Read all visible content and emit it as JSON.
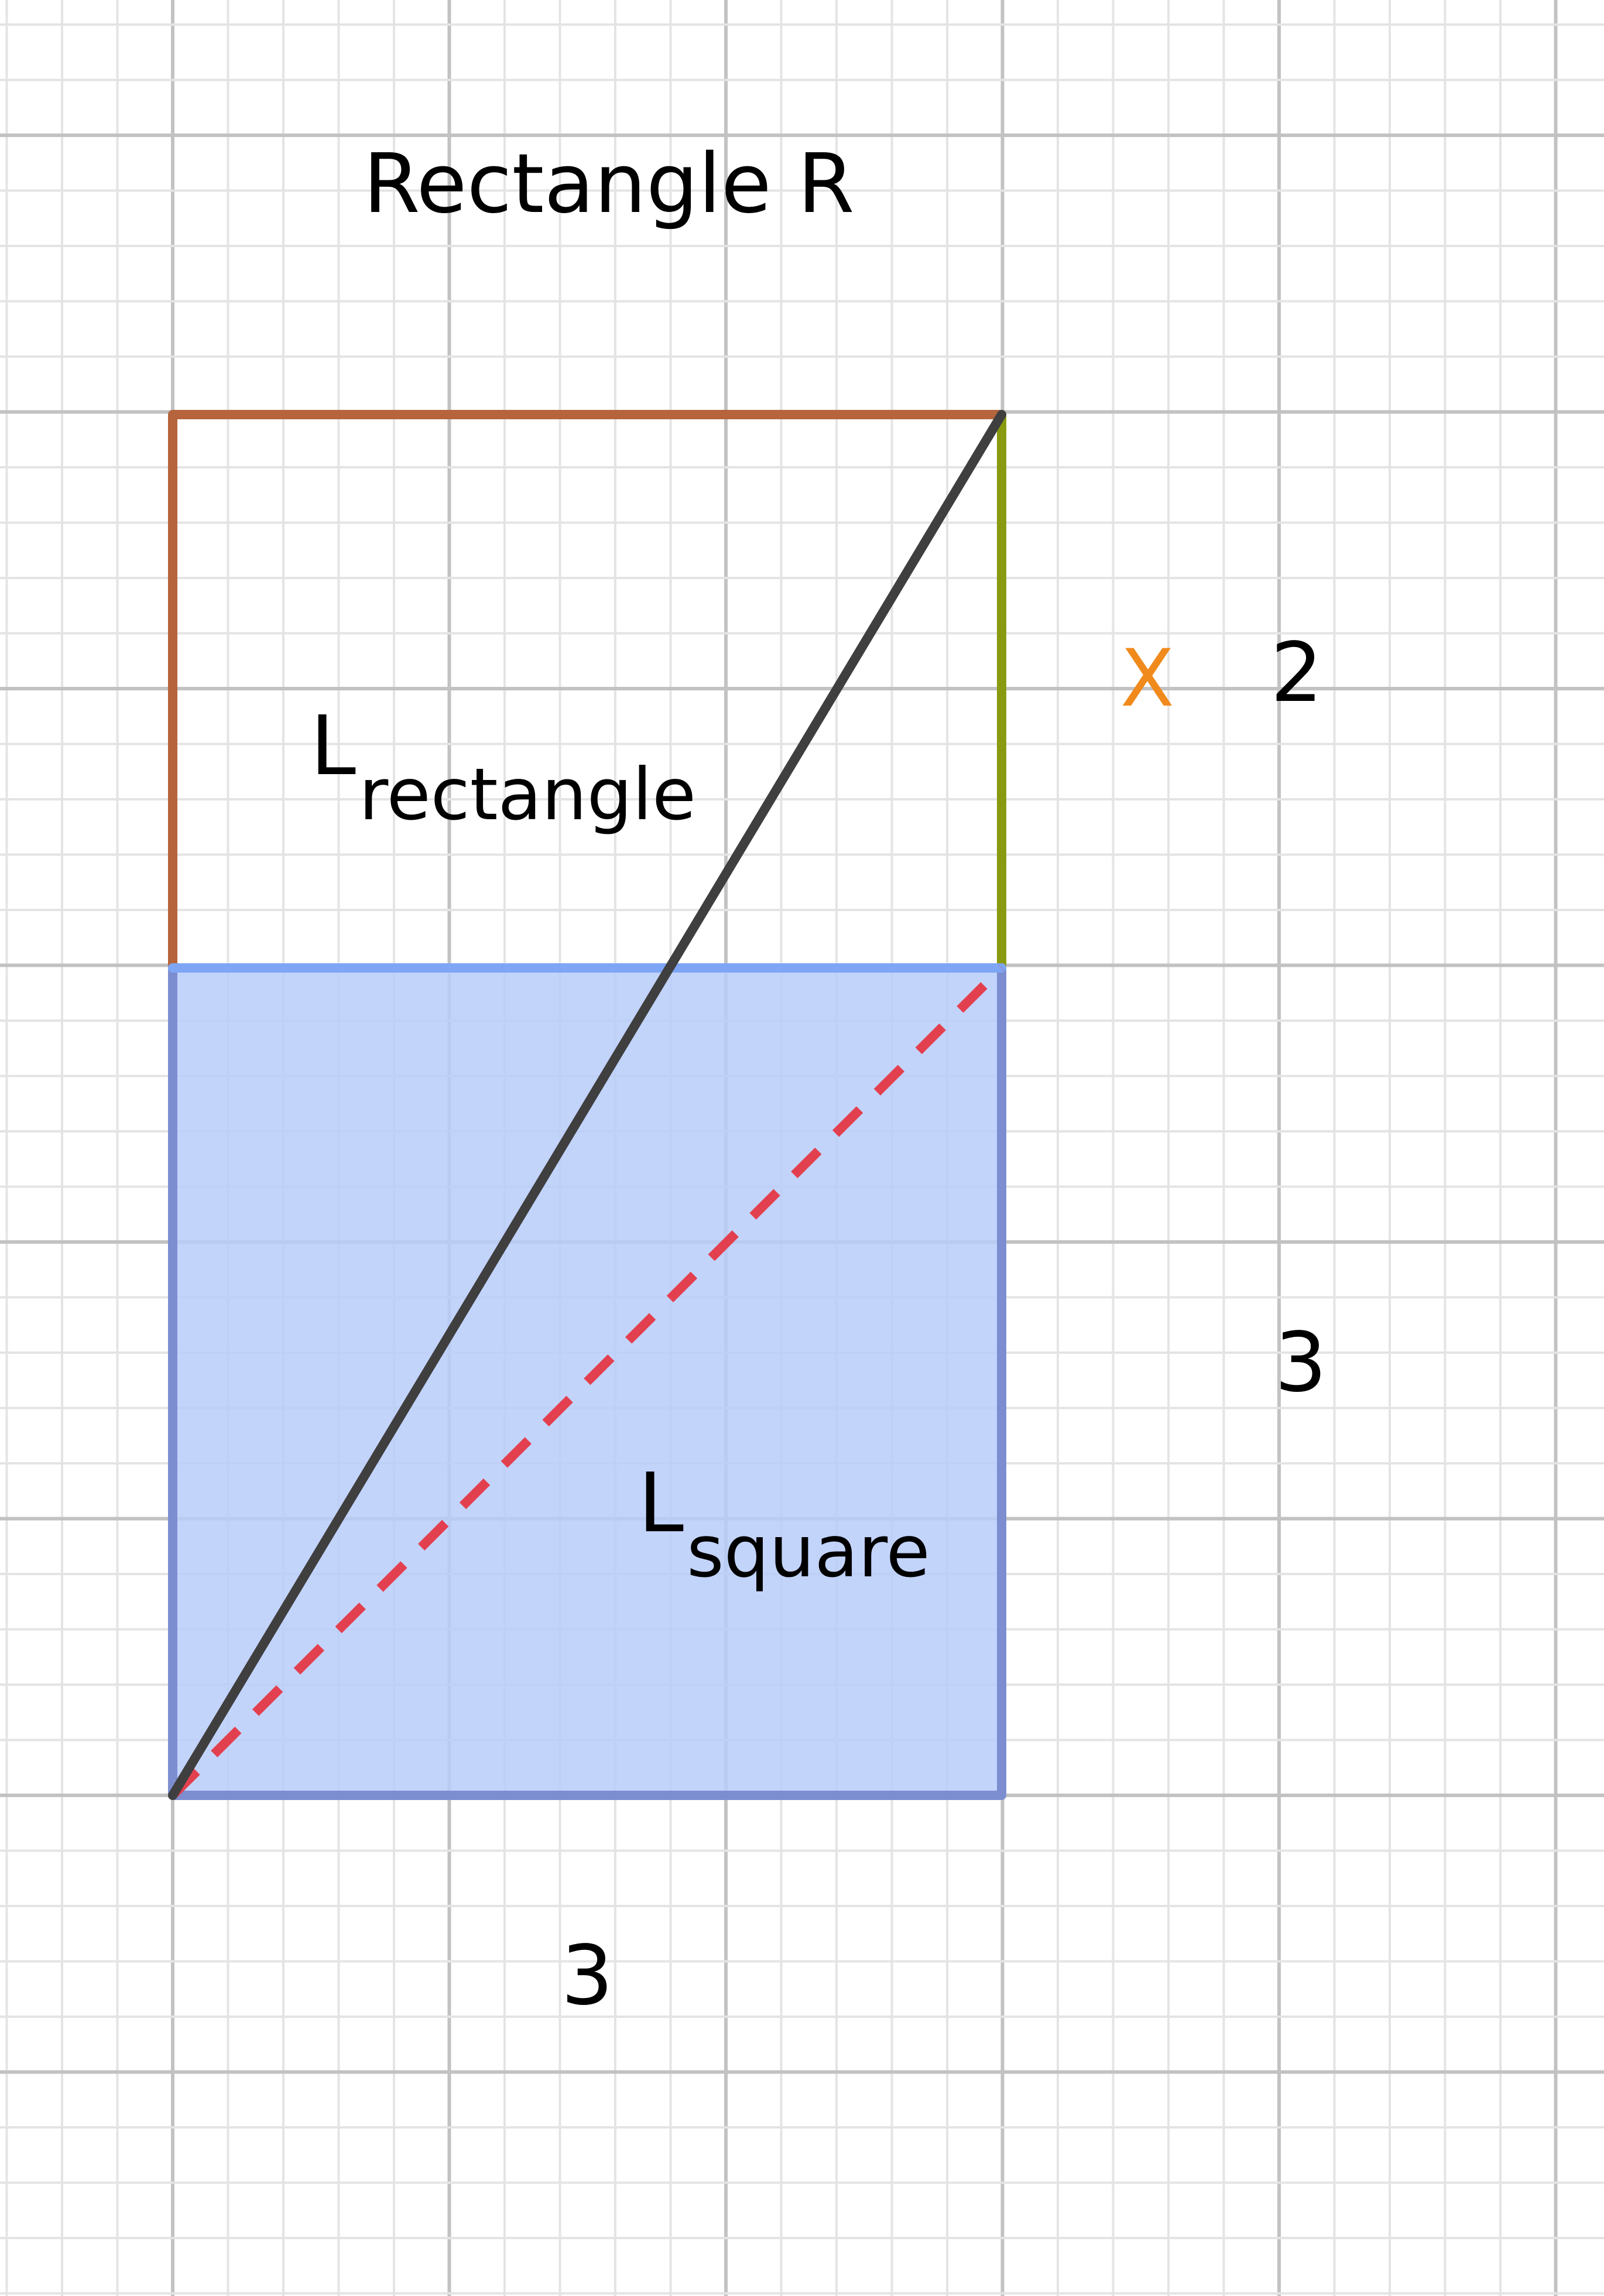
{
  "title": "Rectangle R",
  "labels": {
    "rectangle_diagonal": {
      "main": "L",
      "sub": "rectangle"
    },
    "square_diagonal": {
      "main": "L",
      "sub": "square"
    },
    "x_label": "X",
    "side_top": "2",
    "side_right": "3",
    "side_bottom": "3"
  },
  "colors": {
    "rectangle_outline": "#b5643c",
    "x_segment": "#8a9a10",
    "square_fill": "#b8cdfa",
    "square_outline": "#7c8ed0",
    "square_top_edge": "#7ea6f5",
    "rectangle_diagonal": "#3f3f3f",
    "square_diagonal": "#e3404f",
    "x_label": "#f08a1c",
    "grid_major": "#c2c2c2",
    "grid_minor": "#e4e4e4"
  }
}
